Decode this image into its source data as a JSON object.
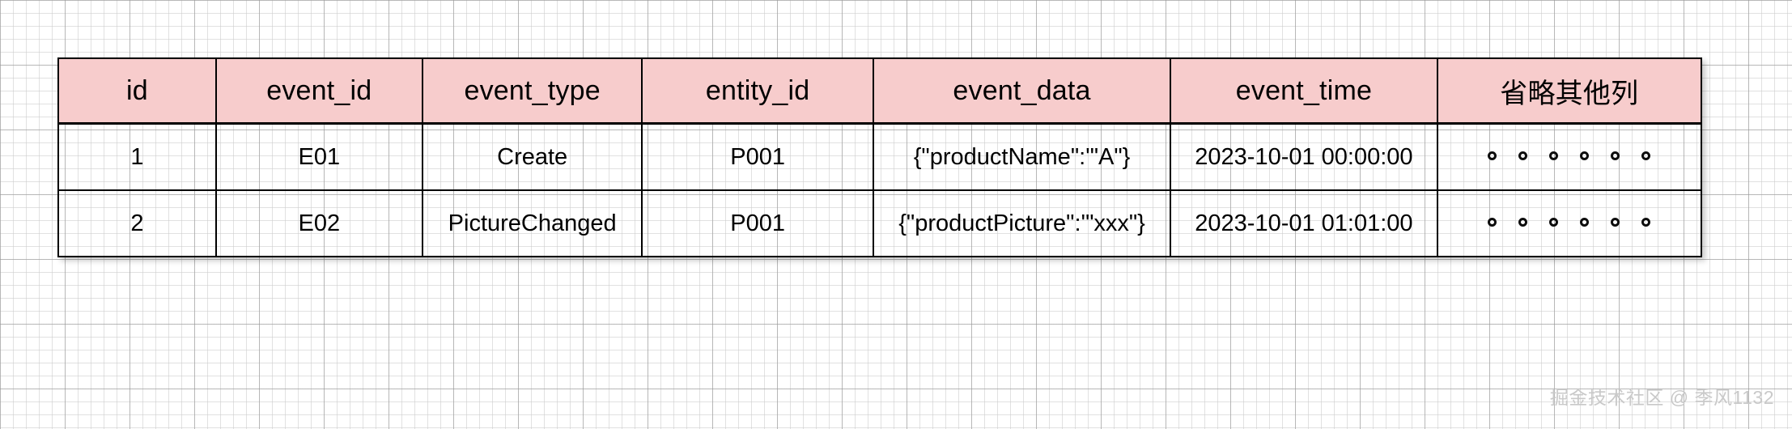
{
  "background": {
    "grid_minor_color": "#cdcdcd",
    "grid_major_color": "#969696",
    "page_color": "#ffffff"
  },
  "table": {
    "header_fill": "#f7cccc",
    "border_color": "#000000",
    "columns": [
      {
        "key": "id",
        "label": "id"
      },
      {
        "key": "event_id",
        "label": "event_id"
      },
      {
        "key": "event_type",
        "label": "event_type"
      },
      {
        "key": "entity_id",
        "label": "entity_id"
      },
      {
        "key": "event_data",
        "label": "event_data"
      },
      {
        "key": "event_time",
        "label": "event_time"
      },
      {
        "key": "other",
        "label": "省略其他列"
      }
    ],
    "rows": [
      {
        "id": "1",
        "event_id": "E01",
        "event_type": "Create",
        "entity_id": "P001",
        "event_data": "{\"productName\":'\"A\"}",
        "event_time": "2023-10-01 00:00:00",
        "other": "。 。 。 。 。 。"
      },
      {
        "id": "2",
        "event_id": "E02",
        "event_type": "PictureChanged",
        "entity_id": "P001",
        "event_data": "{\"productPicture\":'\"xxx\"}",
        "event_time": "2023-10-01 01:01:00",
        "other": "。 。 。 。 。 。"
      }
    ],
    "ellipsis_dot_count": 6
  },
  "watermark": {
    "text": "掘金技术社区 @ 季风1132",
    "color": "#c9c9c9"
  }
}
